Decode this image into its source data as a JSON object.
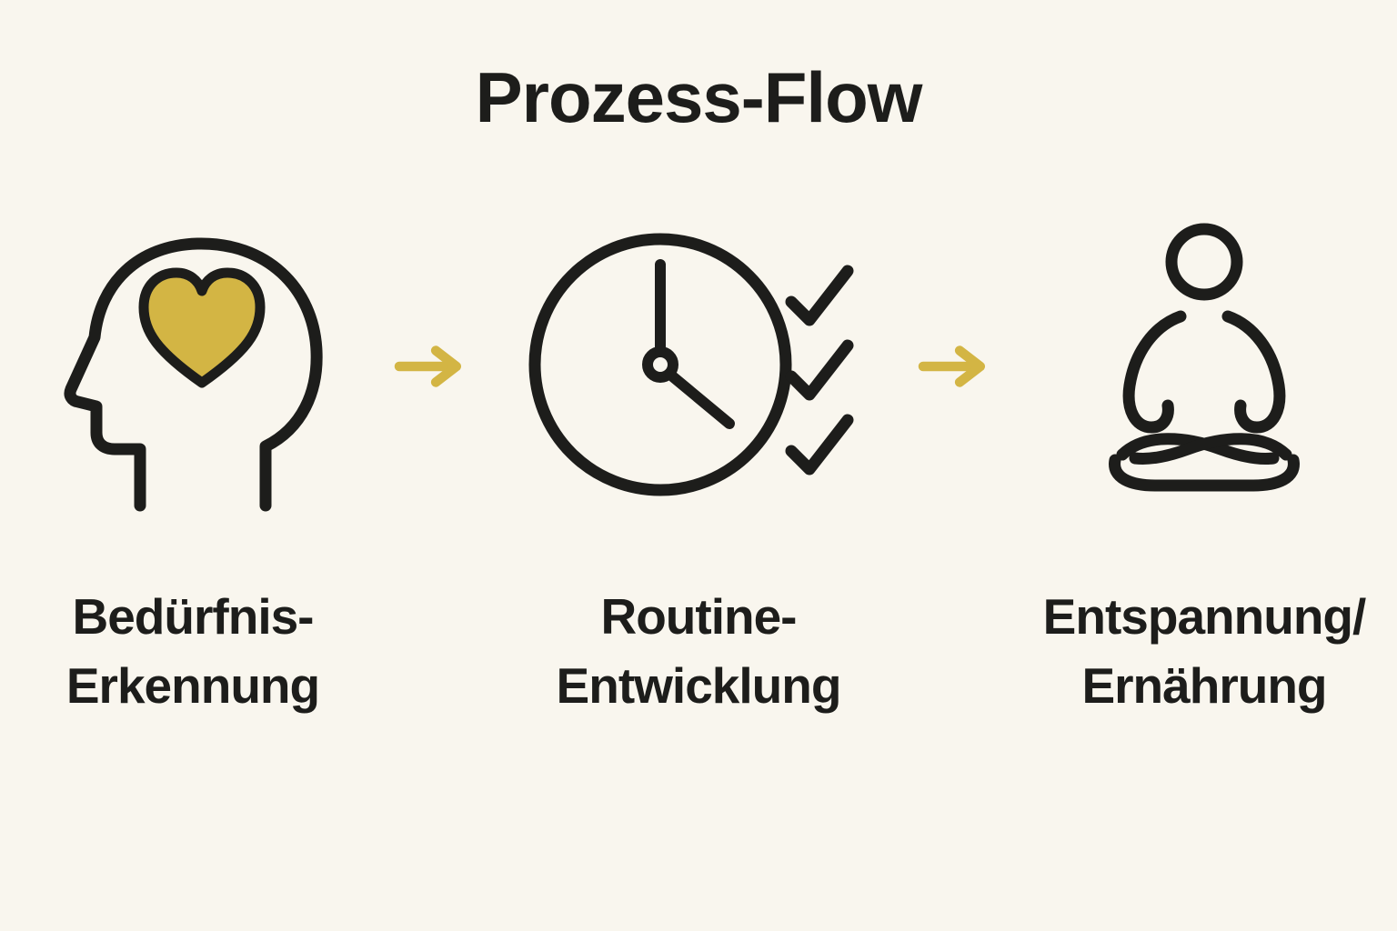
{
  "title": "Prozess-Flow",
  "colors": {
    "background": "#f9f6ee",
    "ink": "#1d1d1b",
    "accent": "#d3b544"
  },
  "steps": [
    {
      "id": "beduerfnis-erkennung",
      "icon": "head-with-heart-icon",
      "lines": [
        "Bedürfnis-",
        "Erkennung"
      ]
    },
    {
      "id": "routine-entwicklung",
      "icon": "clock-with-checkmarks-icon",
      "lines": [
        "Routine-",
        "Entwicklung"
      ]
    },
    {
      "id": "entspannung-ernaehrung",
      "icon": "meditating-person-icon",
      "lines": [
        "Entspannung/",
        "Ernährung"
      ]
    }
  ],
  "arrows": [
    {
      "icon": "flow-arrow-icon"
    },
    {
      "icon": "flow-arrow-icon"
    }
  ]
}
